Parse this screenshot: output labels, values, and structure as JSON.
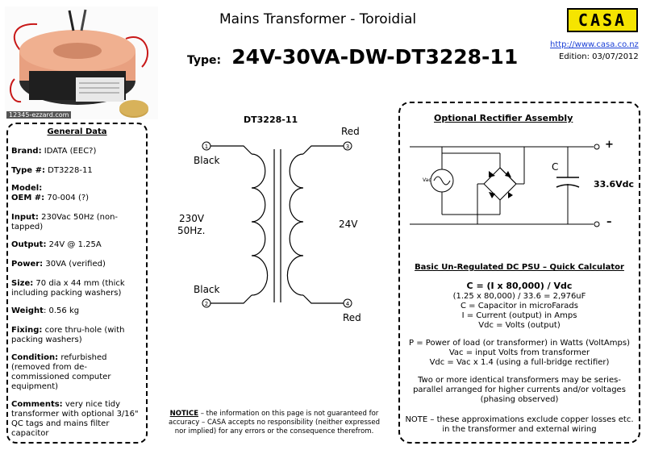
{
  "header": {
    "title": "Mains Transformer - Toroidial",
    "type_label": "Type:",
    "type_value": "24V-30VA-DW-DT3228-11",
    "logo_text": "CASA",
    "url": "http://www.casa.co.nz",
    "edition": "Edition: 03/07/2012"
  },
  "photo": {
    "watermark": "12345-ezzard.com"
  },
  "general_data": {
    "heading": "General Data",
    "items": [
      {
        "label": "Brand:",
        "value": "IDATA (EEC?)"
      },
      {
        "label": "Type #:",
        "value": "DT3228-11"
      },
      {
        "label": "Model:",
        "value": ""
      },
      {
        "label": "OEM #:",
        "value": "70-004 (?)"
      },
      {
        "label": "Input:",
        "value": "230Vac 50Hz (non-tapped)"
      },
      {
        "label": "Output:",
        "value": "24V @ 1.25A"
      },
      {
        "label": "Power:",
        "value": "30VA (verified)"
      },
      {
        "label": "Size:",
        "value": "70 dia x 44 mm (thick including packing washers)"
      },
      {
        "label": "Weight",
        "value": ": 0.56 kg"
      },
      {
        "label": "Fixing:",
        "value": "core thru-hole (with packing washers)"
      },
      {
        "label": "Condition:",
        "value": "refurbished (removed from de-commissioned computer equipment)"
      },
      {
        "label": "Comments:",
        "value": "very nice tidy transformer with optional 3/16\" QC tags and mains filter capacitor"
      }
    ]
  },
  "schematic": {
    "title": "DT3228-11",
    "pin1": "1",
    "pin2": "2",
    "pin3": "3",
    "pin4": "4",
    "black_top": "Black",
    "black_bottom": "Black",
    "red_top": "Red",
    "red_bottom": "Red",
    "primary_line1": "230V",
    "primary_line2": "50Hz.",
    "secondary": "24V"
  },
  "rectifier": {
    "title": "Optional Rectifier Assembly",
    "vac": "Vac",
    "cap": "C",
    "plus": "+",
    "minus": "–",
    "vdc": "33.6Vdc"
  },
  "calculator": {
    "heading": "Basic Un-Regulated DC PSU – Quick Calculator",
    "formula": "C = (I x 80,000) / Vdc",
    "lines1": [
      "(1.25 x 80,000) / 33.6 = 2,976uF",
      "C = Capacitor in microFarads",
      "I = Current (output) in Amps",
      "Vdc = Volts (output)"
    ],
    "lines2": [
      "P = Power of load (or transformer) in Watts (VoltAmps)",
      "Vac = input Volts from transformer",
      "Vdc = Vac x 1.4 (using a full-bridge rectifier)"
    ],
    "lines3": [
      "Two or more identical transformers may be series-",
      "parallel arranged for higher currents and/or voltages",
      "(phasing observed)"
    ],
    "lines4": [
      "NOTE – these approximations exclude copper losses etc.",
      "in the transformer and external wiring"
    ]
  },
  "notice": {
    "bold": "NOTICE",
    "text": " – the information on this page is not guaranteed for accuracy – CASA accepts no responsibility (neither expressed nor implied) for any errors or the consequence therefrom."
  }
}
